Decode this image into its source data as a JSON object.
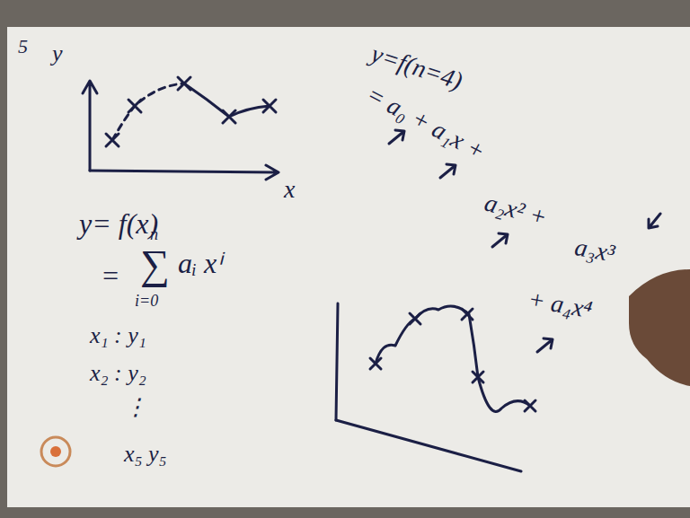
{
  "diagram": {
    "labels": [
      "5",
      "y",
      "x",
      "y= f(x)",
      "=",
      "n",
      "∑",
      "i=0",
      "aᵢ xⁱ",
      "x₁ : y₁",
      "x₂ : y₂",
      "⋮",
      "x₅ y₅",
      "y=f(n=4)",
      "= a₀ + a₁x +",
      "a₂x² +",
      "a₃x³",
      "+ a₄x⁴"
    ]
  }
}
